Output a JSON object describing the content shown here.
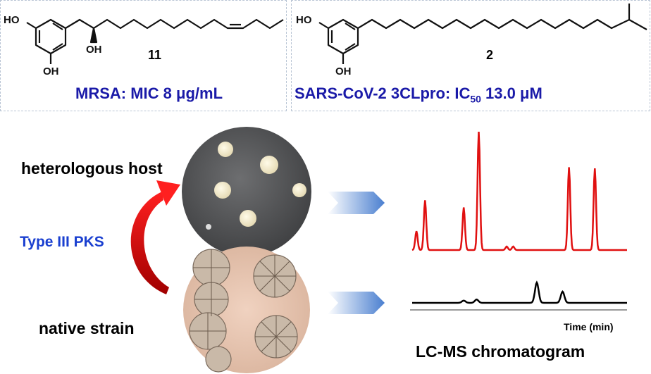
{
  "compound_11": {
    "id": "11",
    "hydroxyl_top": "HO",
    "hydroxyl_bottom": "OH",
    "hydroxyl_chain": "OH",
    "activity": "MRSA: MIC 8 μg/mL"
  },
  "compound_2": {
    "id": "2",
    "hydroxyl_top": "HO",
    "hydroxyl_bottom": "OH",
    "activity_prefix": "SARS-CoV-2 3CLpro: IC",
    "activity_sub": "50",
    "activity_value": " 13.0 μM"
  },
  "labels": {
    "heterologous": "heterologous host",
    "native": "native strain",
    "enzyme": "Type III PKS",
    "xaxis": "Time (min)",
    "chromatogram": "LC-MS chromatogram"
  },
  "colors": {
    "activity_blue": "#1a1aa8",
    "heterologous_trace": "#e01010",
    "native_trace": "#000000",
    "arrow_red": "#e01010"
  },
  "chromatogram": {
    "heterologous_peaks": [
      [
        0.02,
        0.16
      ],
      [
        0.06,
        0.42
      ],
      [
        0.24,
        0.36
      ],
      [
        0.31,
        1.0
      ],
      [
        0.73,
        0.7
      ],
      [
        0.85,
        0.69
      ],
      [
        0.44,
        0.03
      ],
      [
        0.47,
        0.03
      ]
    ],
    "native_peaks": [
      [
        0.3,
        0.03
      ],
      [
        0.58,
        0.18
      ],
      [
        0.7,
        0.1
      ],
      [
        0.24,
        0.02
      ]
    ]
  }
}
